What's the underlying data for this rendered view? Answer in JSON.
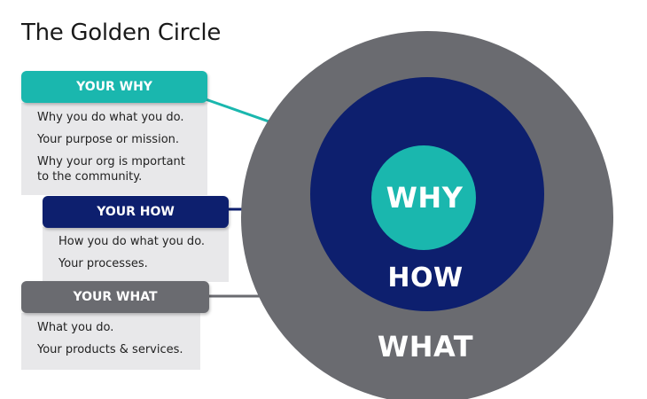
{
  "title": "The Golden Circle",
  "colors": {
    "why": "#1ab7ae",
    "how": "#0d1f6e",
    "what": "#6a6b70",
    "box_bg": "#e8e8ea"
  },
  "circles": {
    "why": "WHY",
    "how": "HOW",
    "what": "WHAT"
  },
  "cards": {
    "why": {
      "label": "YOUR WHY",
      "lines": [
        "Why you do what you do.",
        "Your purpose or mission.",
        "Why your org is mportant to the community."
      ]
    },
    "how": {
      "label": "YOUR HOW",
      "lines": [
        "How you do what you do.",
        "Your processes."
      ]
    },
    "what": {
      "label": "YOUR WHAT",
      "lines": [
        "What you do.",
        "Your products & services."
      ]
    }
  }
}
